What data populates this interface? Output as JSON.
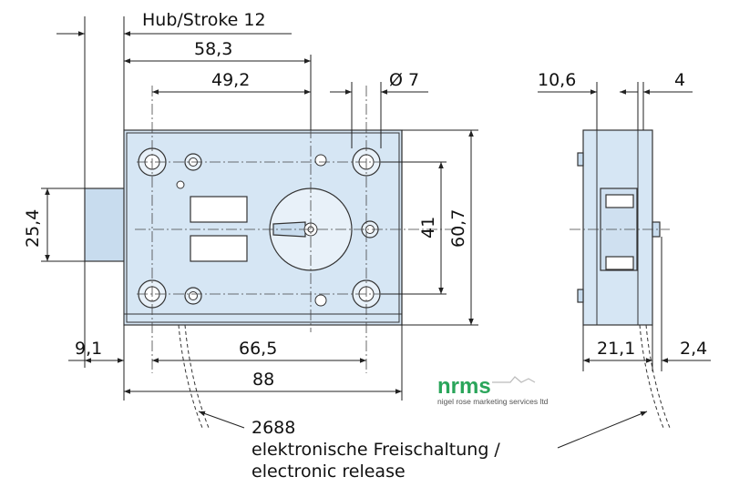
{
  "dimensions": {
    "stroke": "Hub/Stroke 12",
    "width_overall_offset": "58,3",
    "keyhole_offset": "49,2",
    "hole_diameter": "Ø 7",
    "bolt_height": "25,4",
    "hole_spacing_vertical": "41",
    "case_height": "60,7",
    "bolt_offset_left": "9,1",
    "hole_spacing_horizontal": "66,5",
    "case_width": "88",
    "side_depth": "10,6",
    "side_cover": "4",
    "side_body_depth": "21,1",
    "side_extra": "2,4"
  },
  "note": {
    "part_number": "2688",
    "line_de": "elektronische Freischaltung /",
    "line_en": "electronic release"
  },
  "logo": {
    "brand": "nrms",
    "tagline": "nigel rose marketing services ltd"
  },
  "colors": {
    "plate": "#d6e6f4",
    "logo_green": "#2aa55a"
  }
}
